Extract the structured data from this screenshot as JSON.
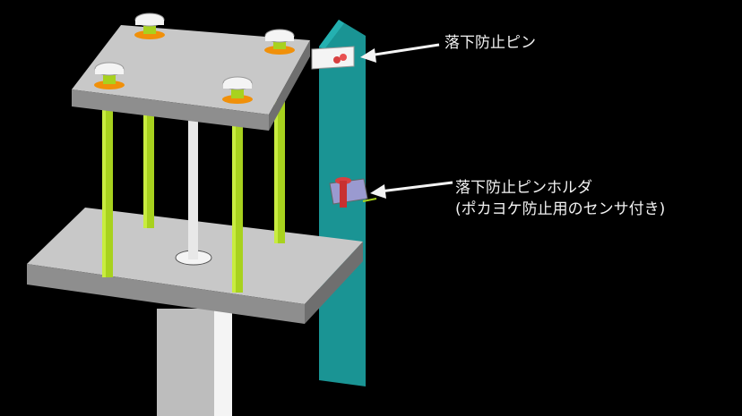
{
  "labels": {
    "fall_prevention_pin": "落下防止ピン",
    "pin_holder_line1": "落下防止ピンホルダ",
    "pin_holder_line2": "(ポカヨケ防止用のセンサ付き)"
  },
  "colors": {
    "background": "#000000",
    "plate_top": "#c8c8c8",
    "plate_side": "#8e8e8e",
    "rod": "#a8d21e",
    "beam": "#1a9494",
    "holder": "#9a9ad0",
    "pin": "#d84040",
    "washer": "#f0900a"
  }
}
